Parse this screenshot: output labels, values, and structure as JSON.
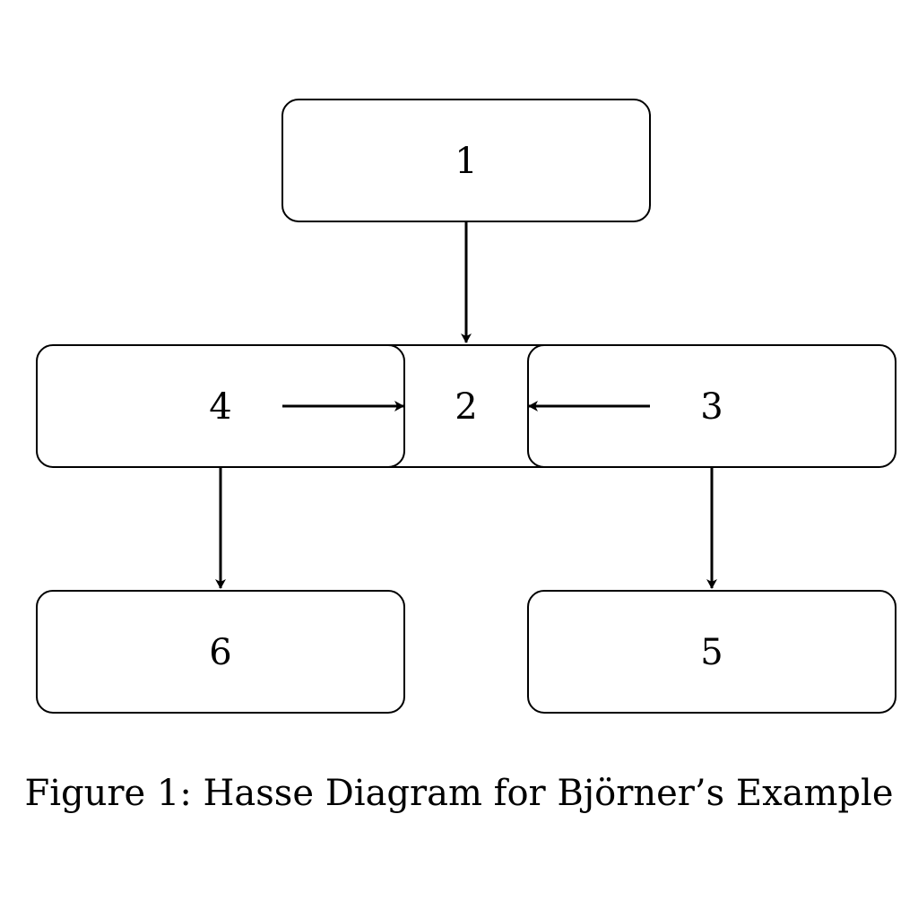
{
  "diagram": {
    "nodes": [
      {
        "id": "1",
        "label": "1"
      },
      {
        "id": "2",
        "label": "2"
      },
      {
        "id": "3",
        "label": "3"
      },
      {
        "id": "4",
        "label": "4"
      },
      {
        "id": "5",
        "label": "5"
      },
      {
        "id": "6",
        "label": "6"
      }
    ],
    "edges": [
      {
        "from": "1",
        "to": "2"
      },
      {
        "from": "4",
        "to": "2"
      },
      {
        "from": "3",
        "to": "2"
      },
      {
        "from": "4",
        "to": "6"
      },
      {
        "from": "3",
        "to": "5"
      }
    ]
  },
  "caption": "Figure 1: Hasse Diagram for Björner’s Example"
}
